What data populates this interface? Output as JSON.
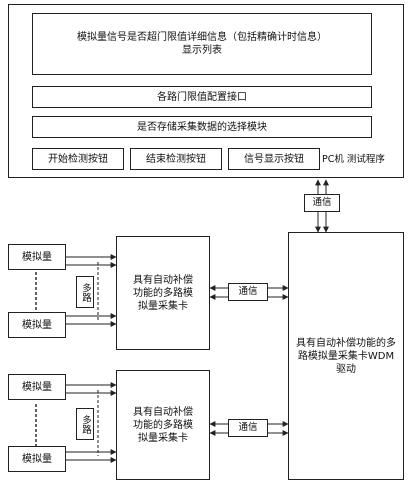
{
  "pc_test_program": {
    "caption": "PC机 测试程序",
    "threshold_list": "模拟量信号是否超门限值详细信息（包括精确计时信息）显示列表",
    "threshold_config": "各路门限值配置接口",
    "storage_select": "是否存储采集数据的选择模块",
    "buttons": [
      "开始检测按钮",
      "结束检测按钮",
      "信号显示按钮"
    ]
  },
  "comm_top": "通信",
  "wdm_driver": "具有自动补偿功能的多路模拟量采集卡WDM驱动",
  "groups": [
    {
      "inputs": [
        "模拟量",
        "模拟量"
      ],
      "multiplex": "多路",
      "card": "具有自动补偿功能的多路模拟量采集卡",
      "comm": "通信"
    },
    {
      "inputs": [
        "模拟量",
        "模拟量"
      ],
      "multiplex": "多路",
      "card": "具有自动补偿功能的多路模拟量采集卡",
      "comm": "通信"
    }
  ]
}
